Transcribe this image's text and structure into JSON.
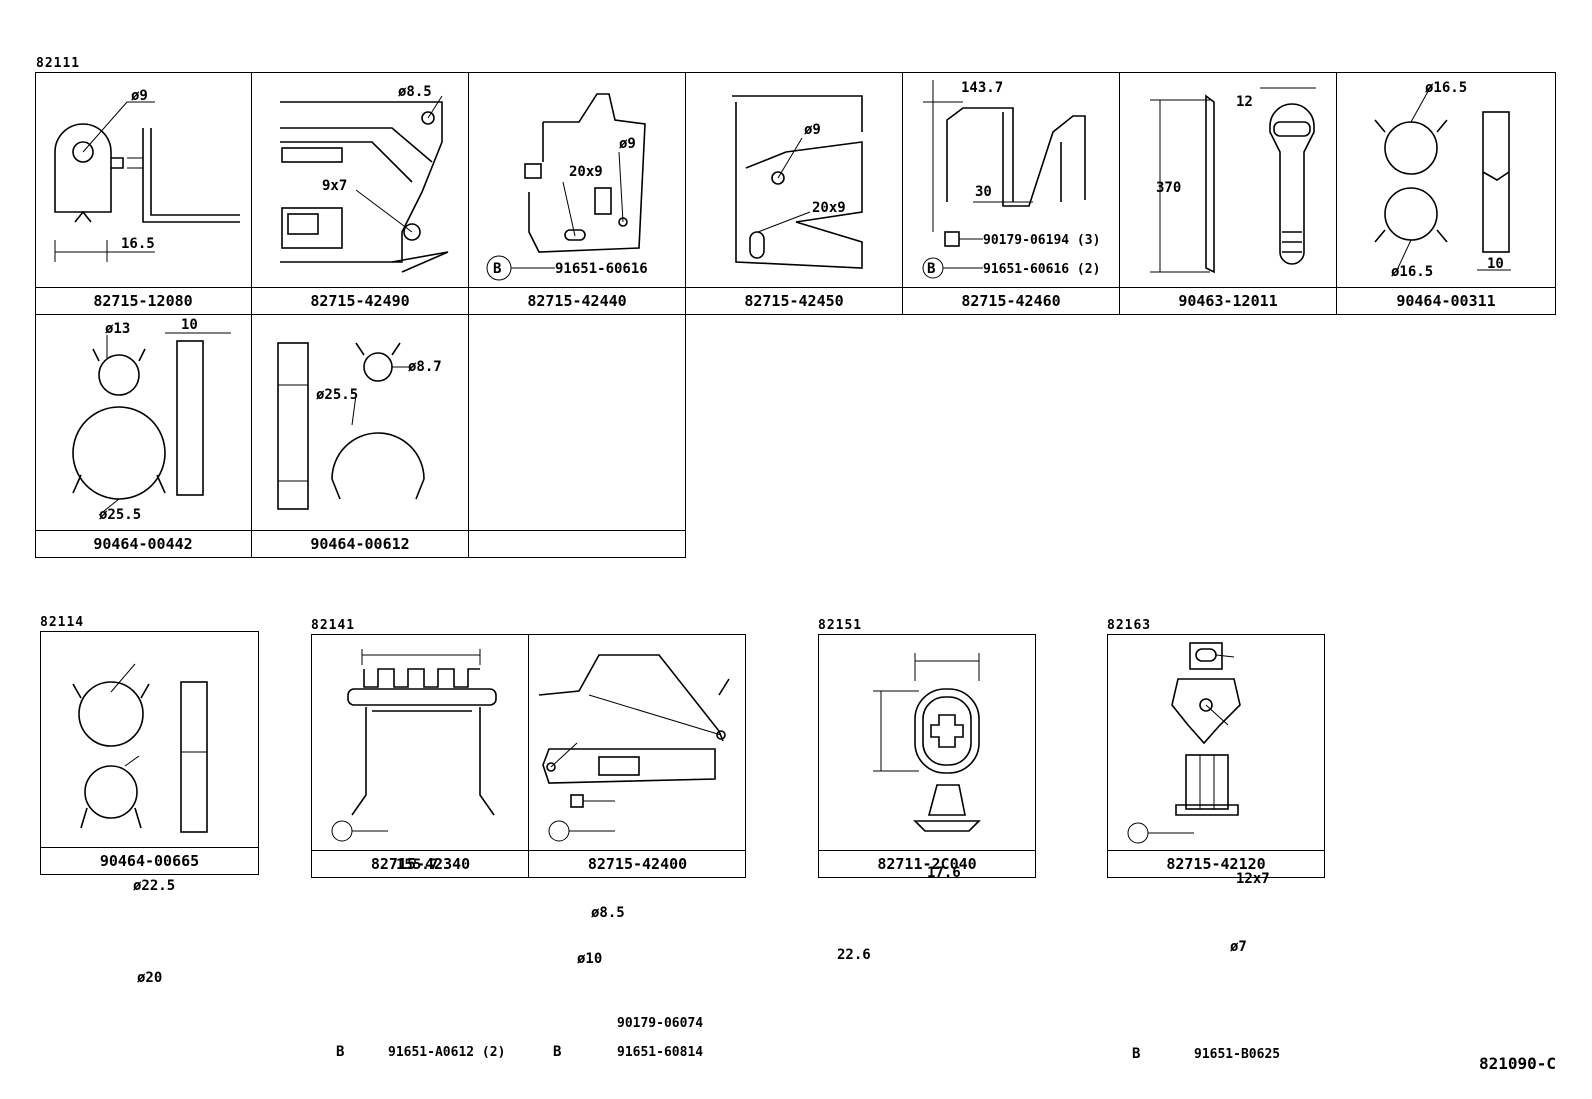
{
  "groups": {
    "g1": "82111",
    "g2": "82114",
    "g3": "82141",
    "g4": "82151",
    "g5": "82163"
  },
  "parts": {
    "p1": "82715-12080",
    "p2": "82715-42490",
    "p3": "82715-42440",
    "p4": "82715-42450",
    "p5": "82715-42460",
    "p6": "90463-12011",
    "p7": "90464-00311",
    "p8": "90464-00442",
    "p9": "90464-00612",
    "p10": "90464-00665",
    "p11": "82715-42340",
    "p12": "82715-42400",
    "p13": "82711-2C040",
    "p14": "82715-42120"
  },
  "dims": {
    "p1_a": "ø9",
    "p1_b": "16.5",
    "p2_a": "ø8.5",
    "p2_b": "9x7",
    "p3_a": "ø9",
    "p3_b": "20x9",
    "p4_a": "ø9",
    "p4_b": "20x9",
    "p5_a": "143.7",
    "p5_b": "30",
    "p6_a": "12",
    "p6_b": "370",
    "p7_a": "ø16.5",
    "p7_b": "ø16.5",
    "p7_c": "10",
    "p8_a": "ø13",
    "p8_b": "10",
    "p8_c": "ø25.5",
    "p9_a": "ø8.7",
    "p9_b": "ø25.5",
    "p10_a": "ø22.5",
    "p10_b": "ø20",
    "p11_a": "155.7",
    "p12_a": "ø8.5",
    "p12_b": "ø10",
    "p13_a": "17.6",
    "p13_b": "22.6",
    "p14_a": "12x7",
    "p14_b": "ø7"
  },
  "subparts": {
    "p3_s1": "91651-60616",
    "p5_s1": "90179-06194 (3)",
    "p5_s2": "91651-60616 (2)",
    "p11_s1": "91651-A0612 (2)",
    "p12_s1": "90179-06074",
    "p12_s2": "91651-60814",
    "p14_s1": "91651-B0625"
  },
  "marker": "B",
  "reference": "821090-C"
}
